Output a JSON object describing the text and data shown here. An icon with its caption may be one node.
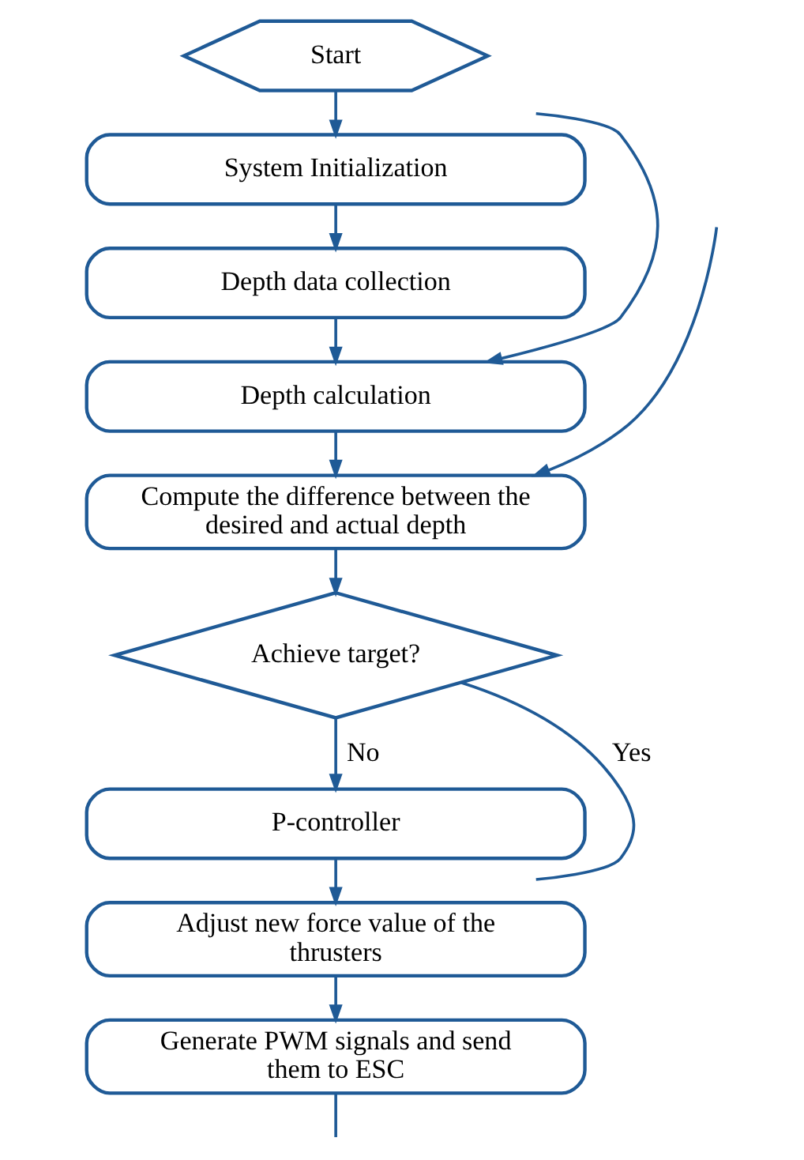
{
  "diagram": {
    "nodes": [
      {
        "text": [
          "Start"
        ]
      },
      {
        "text": [
          "System Initialization"
        ]
      },
      {
        "text": [
          "Depth data collection"
        ]
      },
      {
        "text": [
          "Depth calculation"
        ]
      },
      {
        "text": [
          "Compute the difference between the desired and actual depth"
        ]
      },
      {
        "text": [
          "Achieve target?"
        ]
      },
      {
        "text": [
          "P-controller"
        ]
      },
      {
        "text": [
          "Adjust new force value of the thrusters"
        ]
      },
      {
        "text": [
          "Generate PWM signals and send them to ESC"
        ]
      }
    ],
    "edges": [
      {
        "from": 0,
        "to": 1,
        "arrow": "to"
      },
      {
        "from": 1,
        "to": 2,
        "arrow": "to"
      },
      {
        "from": 2,
        "to": 3,
        "arrow": "to"
      },
      {
        "from": 3,
        "to": 4,
        "arrow": "to"
      },
      {
        "from": 4,
        "to": 5,
        "arrow": "to"
      },
      {
        "from": 5,
        "to": null,
        "arrow": "none",
        "label": "Yes"
      },
      {
        "from": null,
        "to": 4,
        "arrow": "to"
      },
      {
        "from": 5,
        "to": 6,
        "arrow": "to",
        "label": "No"
      },
      {
        "from": 6,
        "to": 7,
        "arrow": "to"
      },
      {
        "from": 7,
        "to": 8,
        "arrow": "to"
      },
      {
        "from": 8,
        "to": null,
        "arrow": "none"
      },
      {
        "from": null,
        "to": 3,
        "arrow": "to"
      }
    ]
  }
}
